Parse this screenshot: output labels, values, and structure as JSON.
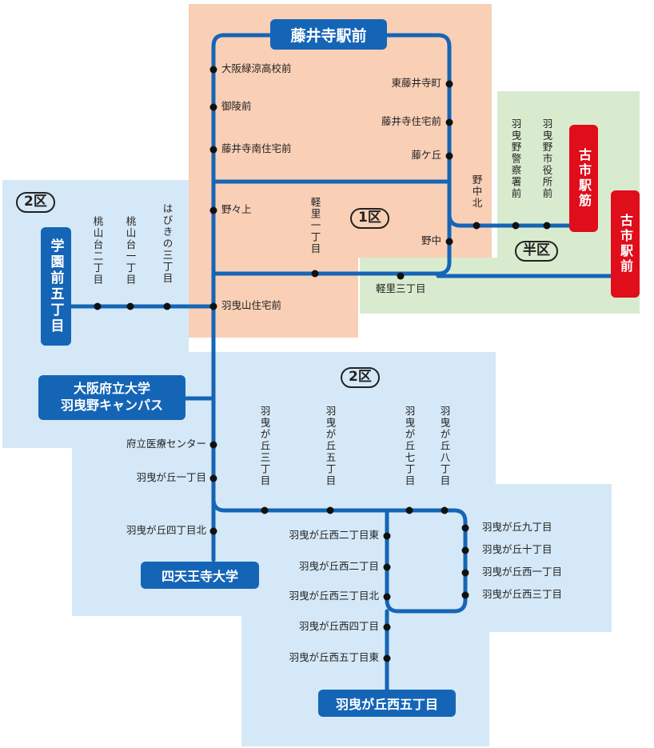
{
  "zones": {
    "zone1": "1区",
    "zone2_left": "2区",
    "zone2_south": "2区",
    "half": "半区"
  },
  "terminals": {
    "fujiidera": "藤井寺駅前",
    "gakuen": "学園前五丁目",
    "osaka_univ_line1": "大阪府立大学",
    "osaka_univ_line2": "羽曳野キャンパス",
    "shitennoji": "四天王寺大学",
    "nishi5": "羽曳が丘西五丁目",
    "furuichi_suji": "古市駅筋",
    "furuichi_mae": "古市駅前"
  },
  "stops": {
    "ryokuryo": "大阪緑涼高校前",
    "goryo": "御陵前",
    "fujiidera_minami": "藤井寺南住宅前",
    "nonoue": "野々上",
    "habikiyama": "羽曳山住宅前",
    "higashi_fujiidera": "東藤井寺町",
    "fujiidera_jutaku": "藤井寺住宅前",
    "fujigaoka": "藤ケ丘",
    "nonaka_kita": "野中北",
    "nonaka": "野中",
    "karusato1": "軽里一丁目",
    "karusato3": "軽里三丁目",
    "police": "羽曳野警察署前",
    "city_hall": "羽曳野市役所前",
    "momoyama2": "桃山台二丁目",
    "momoyama1": "桃山台一丁目",
    "habikino3": "はびきの三丁目",
    "medical": "府立医療センター",
    "oka1": "羽曳が丘一丁目",
    "oka4kita": "羽曳が丘四丁目北",
    "oka3": "羽曳が丘三丁目",
    "oka5": "羽曳が丘五丁目",
    "oka7": "羽曳が丘七丁目",
    "oka8": "羽曳が丘八丁目",
    "oka9": "羽曳が丘九丁目",
    "oka10": "羽曳が丘十丁目",
    "nishi1": "羽曳が丘西一丁目",
    "nishi3_east": "羽曳が丘西三丁目",
    "nishi2_east": "羽曳が丘西二丁目東",
    "nishi2": "羽曳が丘西二丁目",
    "nishi3_kita": "羽曳が丘西三丁目北",
    "nishi4": "羽曳が丘西四丁目",
    "nishi5_east": "羽曳が丘西五丁目東"
  },
  "colors": {
    "route": "#1565b6",
    "terminal_blue": "#1565b6",
    "terminal_red": "#e00d1b",
    "zone1_fill": "#f9cfb6",
    "zone2_fill": "#d5e8f7",
    "half_fill": "#d9ebcf"
  }
}
